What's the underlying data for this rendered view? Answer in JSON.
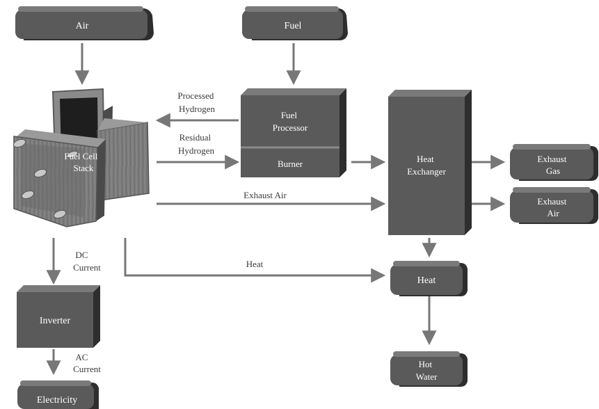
{
  "nodes": {
    "air": "Air",
    "fuel": "Fuel",
    "fuel_processor": [
      "Fuel",
      "Processor"
    ],
    "burner": "Burner",
    "heat_exchanger": [
      "Heat",
      "Exchanger"
    ],
    "fuel_cell_stack": [
      "Fuel Cell",
      "Stack"
    ],
    "exhaust_gas": [
      "Exhaust",
      "Gas"
    ],
    "exhaust_air": [
      "Exhaust",
      "Air"
    ],
    "heat": "Heat",
    "hot_water": [
      "Hot",
      "Water"
    ],
    "inverter": "Inverter",
    "electricity": "Electricity"
  },
  "edges": {
    "processed_hydrogen": [
      "Processed",
      "Hydrogen"
    ],
    "residual_hydrogen": [
      "Residual",
      "Hydrogen"
    ],
    "exhaust_air": "Exhaust Air",
    "heat": "Heat",
    "dc_current": [
      "DC",
      "Current"
    ],
    "ac_current": [
      "AC",
      "Current"
    ]
  },
  "colors": {
    "node_face": "#5a5a5a",
    "node_side": "#2e2e2e",
    "node_top": "#7a7a7a",
    "arrow": "#777777"
  }
}
